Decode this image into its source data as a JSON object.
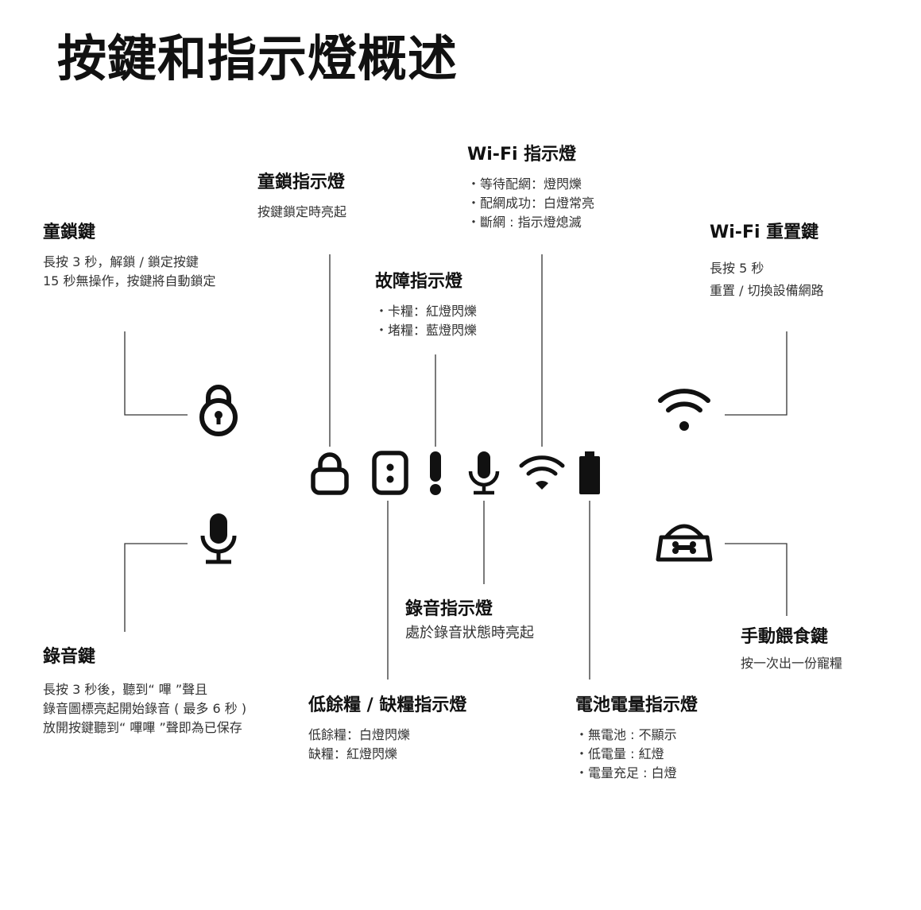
{
  "title": "按鍵和指示燈概述",
  "child_lock_key": {
    "heading": "童鎖鍵",
    "lines": [
      "長按 3 秒，解鎖 / 鎖定按鍵",
      "15 秒無操作，按鍵將自動鎖定"
    ]
  },
  "child_lock_indicator": {
    "heading": "童鎖指示燈",
    "lines": [
      "按鍵鎖定時亮起"
    ]
  },
  "fault_indicator": {
    "heading": "故障指示燈",
    "lines": [
      "・卡糧：紅燈閃爍",
      "・堵糧：藍燈閃爍"
    ]
  },
  "wifi_indicator": {
    "heading": "Wi-Fi 指示燈",
    "lines": [
      "・等待配網：燈閃爍",
      "・配網成功：白燈常亮",
      "・斷網 : 指示燈熄滅"
    ]
  },
  "wifi_reset_key": {
    "heading": "Wi-Fi 重置鍵",
    "lines": [
      "長按 5 秒",
      "重置 / 切換設備網路"
    ]
  },
  "record_key": {
    "heading": "錄音鍵",
    "lines": [
      "長按 3 秒後，聽到“ 嗶 ”聲且",
      "錄音圖標亮起開始錄音 ( 最多 6 秒 )",
      "放開按鍵聽到“ 嗶嗶 ”聲即為已保存"
    ]
  },
  "record_indicator": {
    "heading": "錄音指示燈",
    "lines": [
      "處於錄音狀態時亮起"
    ]
  },
  "food_indicator": {
    "heading": "低餘糧 / 缺糧指示燈",
    "lines": [
      "低餘糧：白燈閃爍",
      "缺糧：紅燈閃爍"
    ]
  },
  "battery_indicator": {
    "heading": "電池電量指示燈",
    "lines": [
      "・無電池 : 不顯示",
      "・低電量 : 紅燈",
      "・電量充足 : 白燈"
    ]
  },
  "manual_feed_key": {
    "heading": "手動餵食鍵",
    "lines": [
      "按一次出一份寵糧"
    ]
  },
  "icons": [
    "padlock-round-icon",
    "microphone-icon",
    "wifi-icon",
    "pet-bowl-icon",
    "padlock-icon",
    "food-level-icon",
    "exclamation-icon",
    "microphone-small-icon",
    "wifi-small-icon",
    "battery-icon"
  ],
  "colors": {
    "ink": "#111111",
    "line": "#333333"
  }
}
